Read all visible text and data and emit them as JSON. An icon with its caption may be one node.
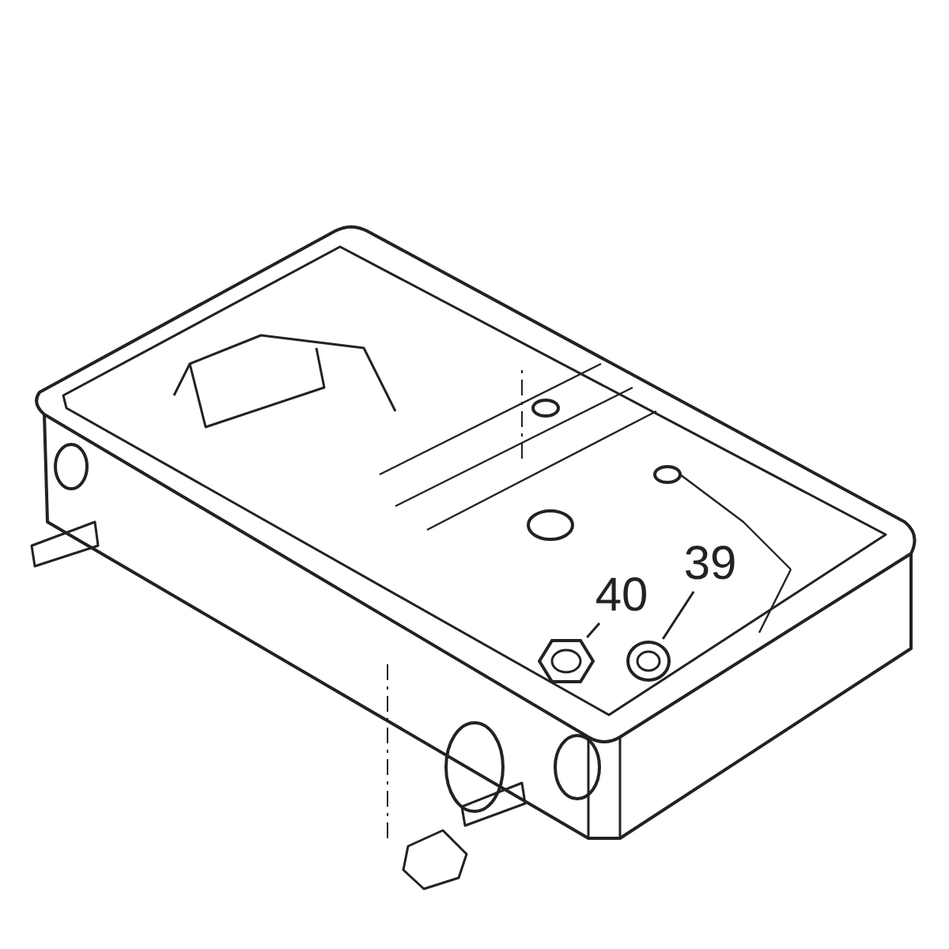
{
  "diagram": {
    "nodes": [
      {
        "text": [
          "40"
        ]
      },
      {
        "text": [
          "39"
        ]
      },
      {
        "text": [],
        "shape": "picture"
      },
      {
        "text": [],
        "shape": "picture"
      }
    ],
    "edges": [
      {
        "from": 0,
        "to": 2,
        "arrow": "none"
      },
      {
        "from": 1,
        "to": 3,
        "arrow": "none"
      }
    ]
  }
}
